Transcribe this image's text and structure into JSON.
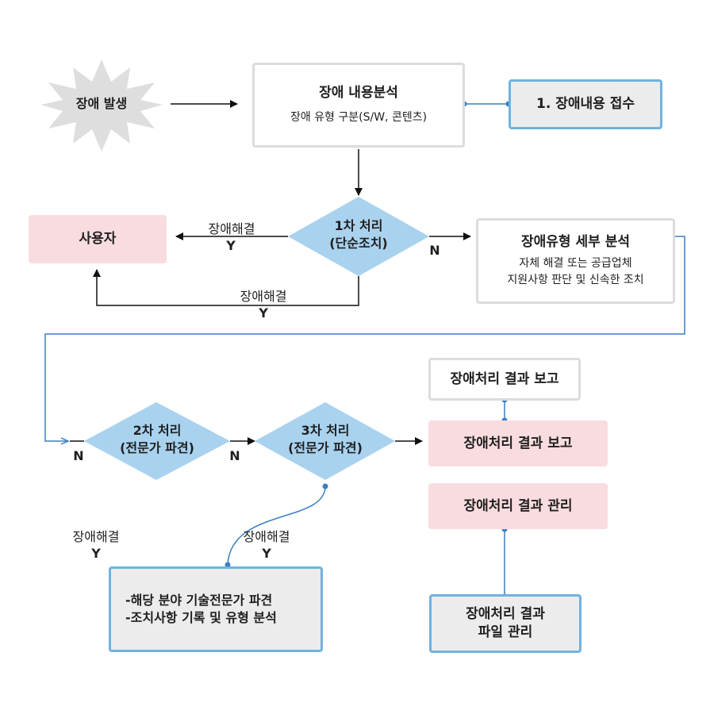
{
  "diagram": {
    "start": {
      "label": "장애 발생"
    },
    "analysis": {
      "title": "장애 내용분석",
      "subtitle": "장애 유형 구분(S/W, 콘텐츠)"
    },
    "receipt": {
      "label": "1. 장애내용 접수"
    },
    "step1": {
      "line1": "1차 처리",
      "line2": "(단순조치)"
    },
    "user": {
      "label": "사용자"
    },
    "detail": {
      "title": "장애유형 세부 분석",
      "line1": "자체 해결 또는 공급업체",
      "line2": "지원사항 판단 및 신속한 조치"
    },
    "step2": {
      "line1": "2차 처리",
      "line2": "(전문가 파견)"
    },
    "step3": {
      "line1": "3차 처리",
      "line2": "(전문가 파견)"
    },
    "report_top": {
      "label": "장애처리 결과 보고"
    },
    "report_main": {
      "label": "장애처리 결과 보고"
    },
    "manage": {
      "label": "장애처리 결과 관리"
    },
    "file": {
      "line1": "장애처리 결과",
      "line2": "파일 관리"
    },
    "expert": {
      "line1": "-해당 분야 기술전문가 파견",
      "line2": "-조치사항 기록 및 유형 분석"
    },
    "edge_labels": {
      "resolved": "장애해결",
      "yes": "Y",
      "no": "N"
    }
  },
  "colors": {
    "arrow": "#111111",
    "connector_blue": "#3b7fc4",
    "diamond_fill": "#a9d2ef",
    "star_fill": "#dedede",
    "pink_fill": "#f9dcdf",
    "box_border_blue": "#6fb3e0"
  }
}
